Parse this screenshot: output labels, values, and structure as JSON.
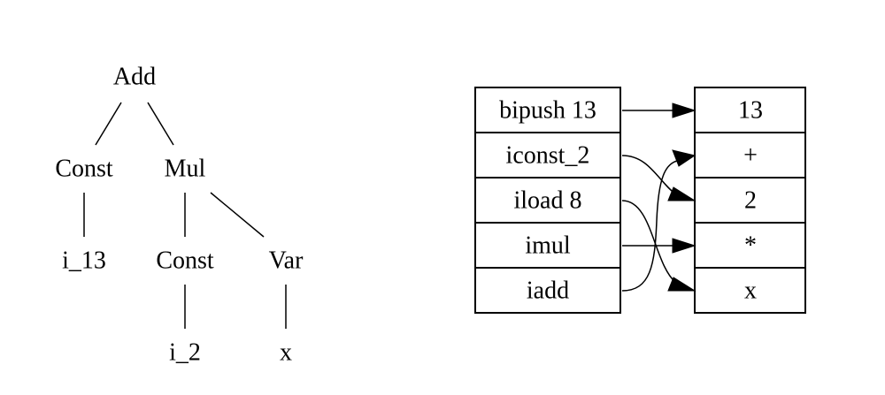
{
  "tree": {
    "nodes": [
      {
        "id": "add",
        "label": "Add"
      },
      {
        "id": "const1",
        "label": "Const"
      },
      {
        "id": "mul",
        "label": "Mul"
      },
      {
        "id": "i13",
        "label": "i_13"
      },
      {
        "id": "const2",
        "label": "Const"
      },
      {
        "id": "var",
        "label": "Var"
      },
      {
        "id": "i2",
        "label": "i_2"
      },
      {
        "id": "x",
        "label": "x"
      }
    ],
    "edges": [
      [
        "add",
        "const1"
      ],
      [
        "add",
        "mul"
      ],
      [
        "const1",
        "i13"
      ],
      [
        "mul",
        "const2"
      ],
      [
        "mul",
        "var"
      ],
      [
        "const2",
        "i2"
      ],
      [
        "var",
        "x"
      ]
    ]
  },
  "bytecode": {
    "instructions": [
      "bipush 13",
      "iconst_2",
      "iload 8",
      "imul",
      "iadd"
    ]
  },
  "stack": {
    "items": [
      "13",
      "+",
      "2",
      "*",
      "x"
    ]
  },
  "mapping": [
    {
      "from": 0,
      "to": 0
    },
    {
      "from": 1,
      "to": 2
    },
    {
      "from": 2,
      "to": 4
    },
    {
      "from": 3,
      "to": 3
    },
    {
      "from": 4,
      "to": 1
    }
  ]
}
